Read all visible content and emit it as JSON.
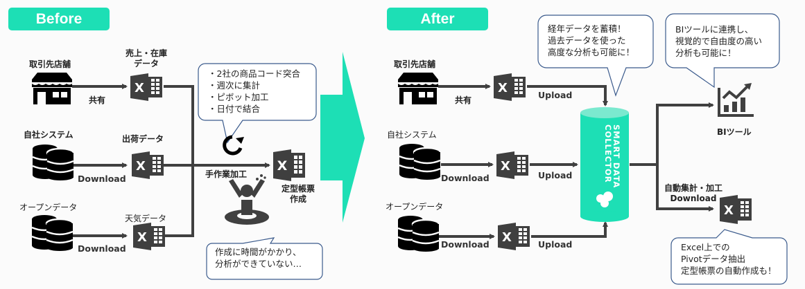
{
  "colors": {
    "accent": "#1ddfb5",
    "line": "#404040",
    "icon": "#000000",
    "excel": "#3f3f3f",
    "bubble_border": "#3a5a8c"
  },
  "before": {
    "badge": "Before",
    "sources": [
      {
        "label": "取引先店舗",
        "icon": "store-icon",
        "edge_label": "共有",
        "file_label_1": "売上・在庫",
        "file_label_2": "データ"
      },
      {
        "label": "自社システム",
        "icon": "database-icon",
        "edge_label": "Download",
        "file_label_1": "出荷データ",
        "file_label_2": ""
      },
      {
        "label": "オープンデータ",
        "icon": "database-icon",
        "edge_label": "Download",
        "file_label_1": "天気データ",
        "file_label_2": ""
      }
    ],
    "process_bubble": [
      "・2社の商品コード突合",
      "・週次に集計",
      "・ピボット加工",
      "・日付で結合"
    ],
    "manual_label": "手作業加工",
    "output_label_1": "定型帳票",
    "output_label_2": "作成",
    "pain_bubble": [
      "作成に時間がかかり、",
      "分析ができていない…"
    ]
  },
  "after": {
    "badge": "After",
    "sources": [
      {
        "label": "取引先店舗",
        "icon": "store-icon",
        "edge_label": "共有",
        "upload_label": "Upload"
      },
      {
        "label": "自社システム",
        "icon": "database-icon",
        "edge_label": "Download",
        "upload_label": "Upload"
      },
      {
        "label": "オープンデータ",
        "icon": "database-icon",
        "edge_label": "Download",
        "upload_label": "Upload"
      }
    ],
    "collector_line_1": "SMART DATA",
    "collector_line_2": "COLLECTOR",
    "accumulate_bubble": [
      "経年データを蓄積！",
      "過去データを使った",
      "高度な分析も可能に！"
    ],
    "bi_bubble": [
      "BIツールに連携し、",
      "視覚的で自由度の高い",
      "分析も可能に！"
    ],
    "bi_label": "BIツール",
    "auto_label_1": "自動集計・加工",
    "auto_label_2": "Download",
    "excel_bubble": [
      "Excel上での",
      "Pivotデータ抽出",
      "定型帳票の自動作成も！"
    ]
  }
}
